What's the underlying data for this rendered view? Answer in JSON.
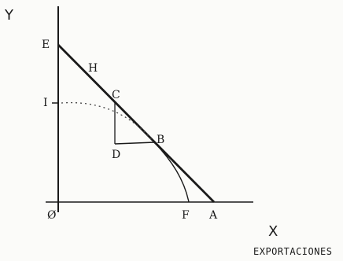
{
  "labels": {
    "y_axis": "Y",
    "x_axis": "X",
    "x_caption": "EXPORTACIONES",
    "origin": "Ø",
    "E": "E",
    "H": "H",
    "I": "I",
    "C": "C",
    "D": "D",
    "B": "B",
    "F": "F",
    "A": "A"
  },
  "colors": {
    "ink": "#1a1a1a",
    "background": "#fbfbf9"
  }
}
